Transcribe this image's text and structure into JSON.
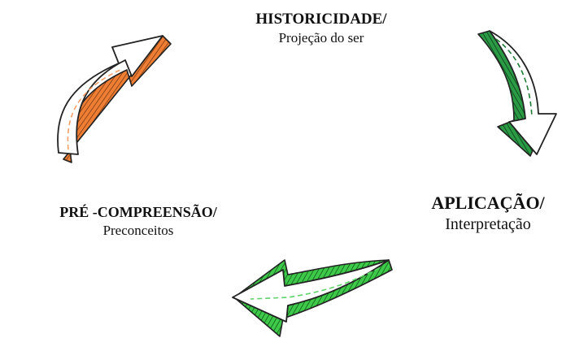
{
  "nodes": {
    "top": {
      "title": "HISTORICIDADE/",
      "subtitle": "Projeção do ser"
    },
    "right": {
      "title": "APLICAÇÃO/",
      "subtitle": "Interpretação"
    },
    "left": {
      "title": "PRÉ -COMPREENSÃO/",
      "subtitle": "Preconceitos"
    }
  },
  "arrows": {
    "orange": {
      "color": "#ef7e35",
      "light": "#f8b48a",
      "direction": "left-to-top"
    },
    "dark_green": {
      "color": "#1f7a35",
      "light": "#48b060",
      "direction": "top-to-right"
    },
    "light_green": {
      "color": "#36c23a",
      "light": "#8ee07e",
      "direction": "right-to-left"
    }
  }
}
